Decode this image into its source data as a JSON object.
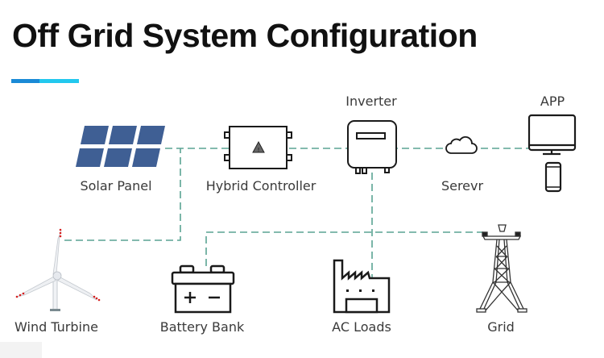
{
  "title": "Off Grid System Configuration",
  "colors": {
    "accent_primary": "#1a8ad6",
    "accent_secondary": "#22c8ee",
    "connector": "#5aa393",
    "icon_stroke": "#1a1a1a",
    "solar_panel": "#3f5f94",
    "label_text": "#3a3a3a"
  },
  "nodes": [
    {
      "id": "solar-panel",
      "label": "Solar Panel",
      "icon": "solar-panel-icon"
    },
    {
      "id": "hybrid-controller",
      "label": "Hybrid Controller",
      "icon": "controller-icon"
    },
    {
      "id": "inverter",
      "label": "Inverter",
      "icon": "inverter-icon"
    },
    {
      "id": "server",
      "label": "Serevr",
      "icon": "cloud-icon"
    },
    {
      "id": "app",
      "label": "APP",
      "icon": "monitor-phone-icon"
    },
    {
      "id": "wind-turbine",
      "label": "Wind Turbine",
      "icon": "wind-turbine-icon"
    },
    {
      "id": "battery-bank",
      "label": "Battery Bank",
      "icon": "battery-icon"
    },
    {
      "id": "ac-loads",
      "label": "AC Loads",
      "icon": "factory-icon"
    },
    {
      "id": "grid",
      "label": "Grid",
      "icon": "transmission-tower-icon"
    }
  ],
  "connections": [
    {
      "from": "solar-panel",
      "to": "hybrid-controller"
    },
    {
      "from": "hybrid-controller",
      "to": "inverter"
    },
    {
      "from": "inverter",
      "to": "server"
    },
    {
      "from": "server",
      "to": "app"
    },
    {
      "from": "wind-turbine",
      "to": "hybrid-controller"
    },
    {
      "from": "battery-bank",
      "to": "grid"
    },
    {
      "from": "inverter",
      "to": "ac-loads"
    }
  ]
}
